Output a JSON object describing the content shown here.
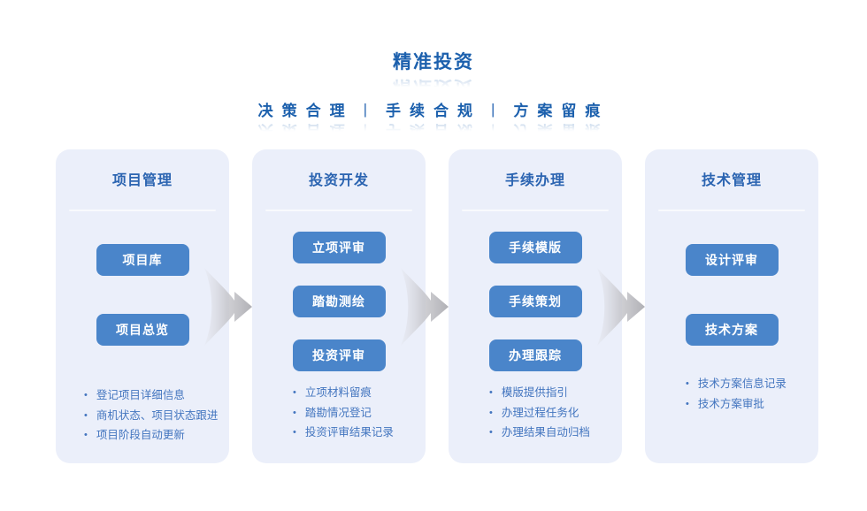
{
  "header": {
    "title": "精准投资",
    "subtitle": {
      "segments": [
        "决策合理",
        "手续合规",
        "方案留痕"
      ],
      "separator": "|"
    }
  },
  "columns": [
    {
      "title": "项目管理",
      "buttons": [
        "项目库",
        "项目总览"
      ],
      "bullets": [
        "登记项目详细信息",
        "商机状态、项目状态跟进",
        "项目阶段自动更新"
      ]
    },
    {
      "title": "投资开发",
      "buttons": [
        "立项评审",
        "踏勘测绘",
        "投资评审"
      ],
      "bullets": [
        "立项材料留痕",
        "踏勘情况登记",
        "投资评审结果记录"
      ]
    },
    {
      "title": "手续办理",
      "buttons": [
        "手续模版",
        "手续策划",
        "办理跟踪"
      ],
      "bullets": [
        "模版提供指引",
        "办理过程任务化",
        "办理结果自动归档"
      ]
    },
    {
      "title": "技术管理",
      "buttons": [
        "设计评审",
        "技术方案"
      ],
      "bullets": [
        "技术方案信息记录",
        "技术方案审批"
      ]
    }
  ],
  "arrows": {
    "icon": "swoosh-right-arrow",
    "count": 3
  },
  "colors": {
    "accent_text": "#1c60ad",
    "heading_text": "#2b64b1",
    "bullet_text": "#4375bf",
    "button_bg": "#4a85ca",
    "card_bg": "#ebeffa",
    "arrow_gray": "#b0b0b5"
  }
}
